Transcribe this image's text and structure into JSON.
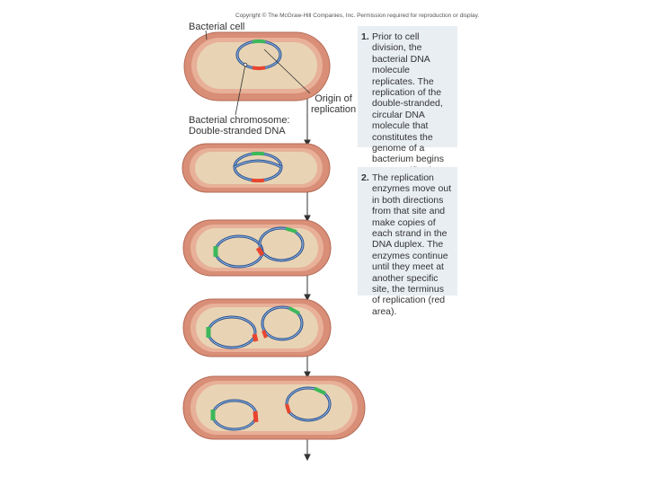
{
  "copyright": "Copyright © The McGraw-Hill Companies, Inc. Permission required for reproduction or display.",
  "labels": {
    "bacterial_cell": "Bacterial cell",
    "origin_line1": "Origin of",
    "origin_line2": "replication",
    "chromosome_line1": "Bacterial chromosome:",
    "chromosome_line2": "Double-stranded DNA"
  },
  "steps": [
    {
      "number": "1.",
      "text": "Prior to cell division, the bacterial DNA molecule replicates. The replication of the double-stranded, circular DNA molecule that constitutes the genome of a bacterium begins at a specific site, called the origin of replication (green area)."
    },
    {
      "number": "2.",
      "text": "The replication enzymes move out in both directions from that site and make copies of each strand in the DNA duplex. The enzymes continue until they meet at another specific site, the terminus of replication (red area)."
    }
  ],
  "colors": {
    "cell_wall": "#d98e77",
    "cell_wall_edge": "#b36a55",
    "cell_membrane": "#e8b098",
    "cytoplasm": "#e8d4b4",
    "dna_outer": "#2d4f8f",
    "dna_inner": "#8fb8e0",
    "origin": "#3cb85a",
    "terminus": "#e8452f",
    "textbox_bg": "#e9eef3"
  }
}
